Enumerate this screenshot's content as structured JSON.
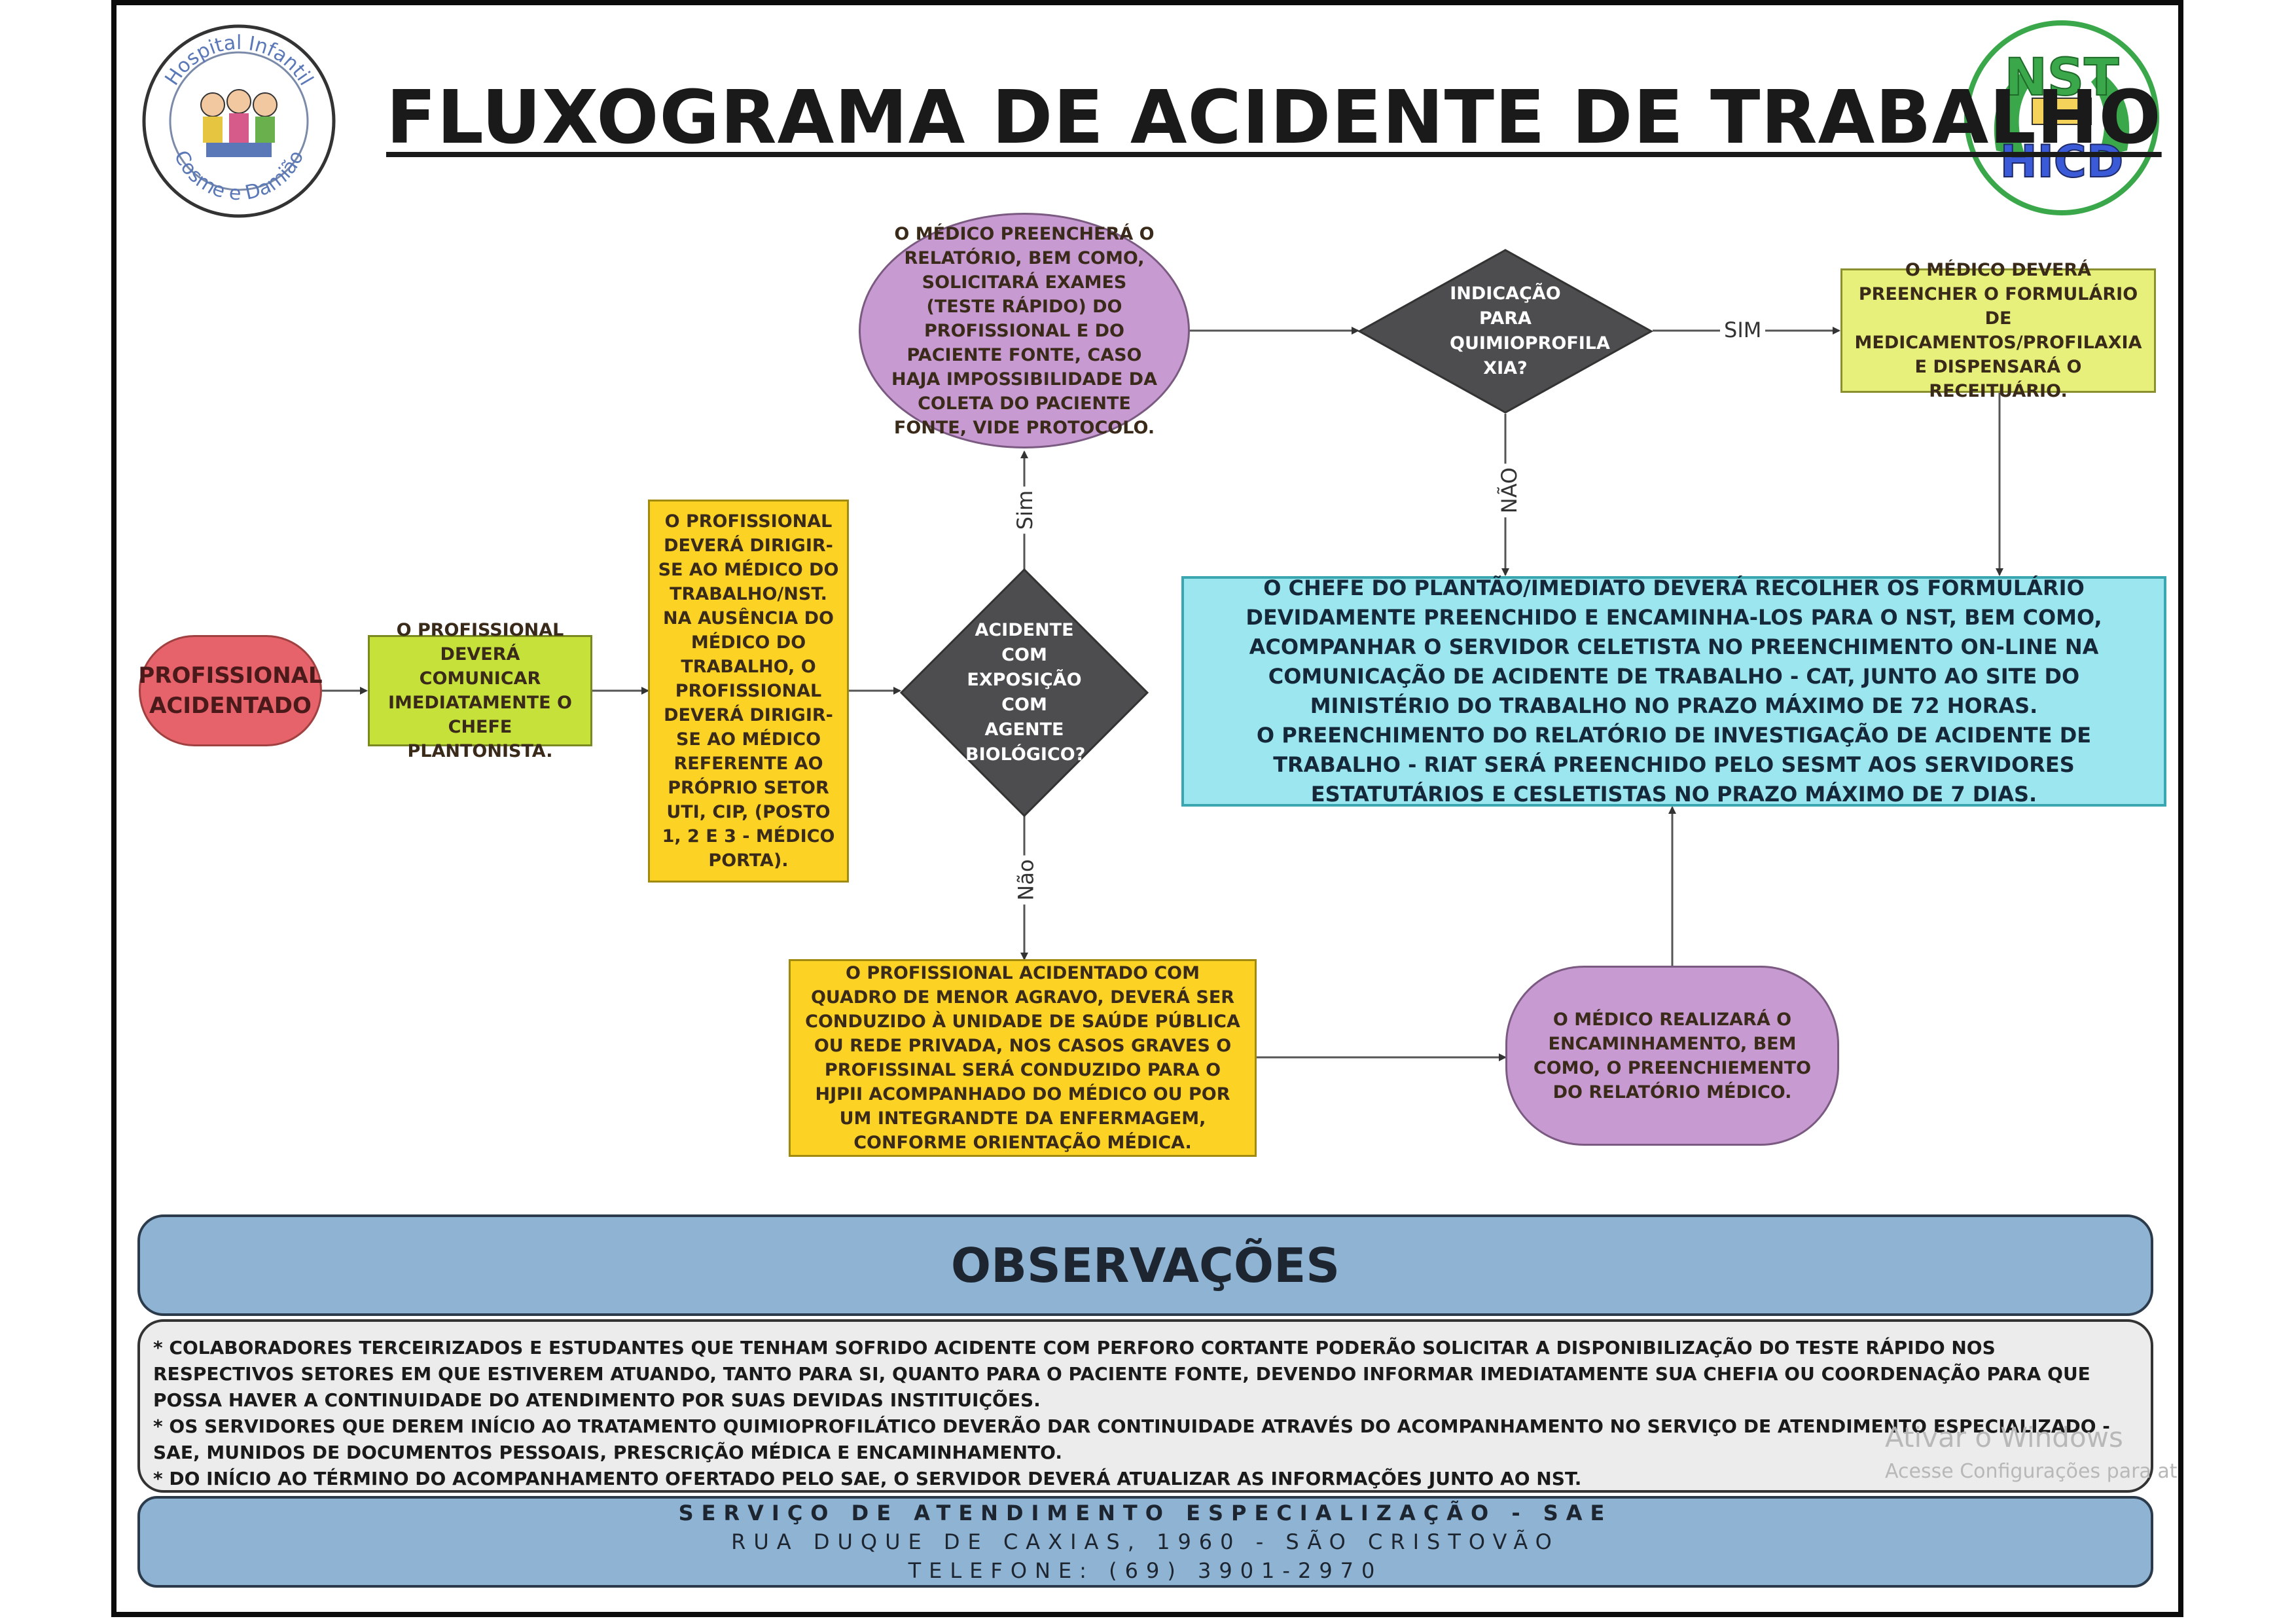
{
  "title": "FLUXOGRAMA DE ACIDENTE DE TRABALHO",
  "logos": {
    "left": {
      "text_top": "Hospital Infantil",
      "text_bottom": "Cosme e Damião"
    },
    "right": {
      "text_top": "NST",
      "text_bottom": "HICD"
    }
  },
  "nodes": {
    "profissional": "PROFISSIONAL ACIDENTADO",
    "comunicar": "O PROFISSIONAL DEVERÁ COMUNICAR IMEDIATAMENTE O CHEFE PLANTONISTA.",
    "dirigir": "O PROFISSIONAL DEVERÁ DIRIGIR-SE AO MÉDICO DO TRABALHO/NST. NA AUSÊNCIA DO MÉDICO DO TRABALHO, O PROFISSIONAL DEVERÁ DIRIGIR-SE AO MÉDICO REFERENTE AO PRÓPRIO SETOR UTI, CIP, (POSTO 1, 2 E 3 - MÉDICO PORTA).",
    "decisao_exposicao": "ACIDENTE COM EXPOSIÇÃO COM AGENTE BIOLÓGICO?",
    "medico_relatorio": "O MÉDICO PREENCHERÁ O RELATÓRIO, BEM COMO, SOLICITARÁ EXAMES (TESTE RÁPIDO) DO PROFISSIONAL E DO PACIENTE FONTE, CASO HAJA IMPOSSIBILIDADE DA COLETA DO PACIENTE FONTE, VIDE PROTOCOLO.",
    "decisao_quimio": "INDICAÇÃO PARA QUIMIOPROFILA XIA?",
    "formulario": "O MÉDICO DEVERÁ PREENCHER O FORMULÁRIO DE MEDICAMENTOS/PROFILAXIA E DISPENSARÁ O RECEITUÁRIO.",
    "chefe_plantao": "O CHEFE DO PLANTÃO/IMEDIATO DEVERÁ RECOLHER OS FORMULÁRIO DEVIDAMENTE PREENCHIDO E ENCAMINHA-LOS PARA O NST, BEM COMO, ACOMPANHAR O SERVIDOR CELETISTA NO PREENCHIMENTO ON-LINE NA COMUNICAÇÃO DE ACIDENTE DE TRABALHO - CAT, JUNTO AO SITE DO MINISTÉRIO DO TRABALHO NO PRAZO MÁXIMO DE 72 HORAS.",
    "riat": "O PREENCHIMENTO DO RELATÓRIO DE INVESTIGAÇÃO DE ACIDENTE DE TRABALHO -  RIAT SERÁ  PREENCHIDO PELO SESMT AOS SERVIDORES ESTATUTÁRIOS E CESLETISTAS NO PRAZO MÁXIMO DE 7 DIAS.",
    "menor_agravo": "O PROFISSIONAL ACIDENTADO COM QUADRO DE MENOR AGRAVO, DEVERÁ SER CONDUZIDO À UNIDADE DE SAÚDE PÚBLICA OU REDE PRIVADA, NOS CASOS GRAVES O PROFISSINAL SERÁ CONDUZIDO PARA O HJPII ACOMPANHADO DO MÉDICO OU POR UM INTEGRANDTE DA ENFERMAGEM, CONFORME ORIENTAÇÃO MÉDICA.",
    "encaminhamento": "O MÉDICO REALIZARÁ O ENCAMINHAMENTO, BEM COMO, O PREENCHIEMENTO DO RELATÓRIO MÉDICO."
  },
  "edge_labels": {
    "sim_up": "Sim",
    "nao_down": "Não",
    "sim_right": "SIM",
    "nao_quimio": "NÃO"
  },
  "observacoes": {
    "title": "OBSERVAÇÕES",
    "items": [
      "* COLABORADORES TERCEIRIZADOS E ESTUDANTES QUE TENHAM SOFRIDO ACIDENTE COM PERFORO CORTANTE PODERÃO SOLICITAR A DISPONIBILIZAÇÃO DO TESTE RÁPIDO NOS RESPECTIVOS SETORES EM QUE ESTIVEREM ATUANDO, TANTO PARA SI, QUANTO PARA O PACIENTE FONTE, DEVENDO INFORMAR IMEDIATAMENTE SUA CHEFIA OU COORDENAÇÃO PARA QUE POSSA HAVER A CONTINUIDADE DO ATENDIMENTO POR SUAS DEVIDAS INSTITUIÇÕES.",
      "* OS SERVIDORES QUE DEREM INÍCIO AO TRATAMENTO QUIMIOPROFILÁTICO DEVERÃO DAR CONTINUIDADE ATRAVÉS DO ACOMPANHAMENTO NO SERVIÇO DE ATENDIMENTO ESPECIALIZADO - SAE, MUNIDOS DE DOCUMENTOS PESSOAIS, PRESCRIÇÃO MÉDICA E ENCAMINHAMENTO.",
      "* DO INÍCIO AO TÉRMINO DO ACOMPANHAMENTO OFERTADO PELO SAE, O SERVIDOR DEVERÁ ATUALIZAR AS INFORMAÇÕES JUNTO AO NST."
    ]
  },
  "footer": {
    "line1": "SERVIÇO DE ATENDIMENTO ESPECIALIZAÇÃO - SAE",
    "line2": "RUA DUQUE DE CAXIAS, 1960 - SÃO CRISTOVÃO",
    "line3": "TELEFONE: (69) 3901-2970"
  },
  "watermark": {
    "line1": "Ativar o Windows",
    "line2": "Acesse Configurações para at"
  },
  "colors": {
    "red": "#e6636b",
    "green": "#c6e23a",
    "yellow": "#fcd325",
    "purple": "#c89ad2",
    "diamond": "#4d4d4f",
    "light_yellow_green": "#e6f07a",
    "cyan": "#9ce7ef",
    "blue_band": "#8fb3d2"
  }
}
